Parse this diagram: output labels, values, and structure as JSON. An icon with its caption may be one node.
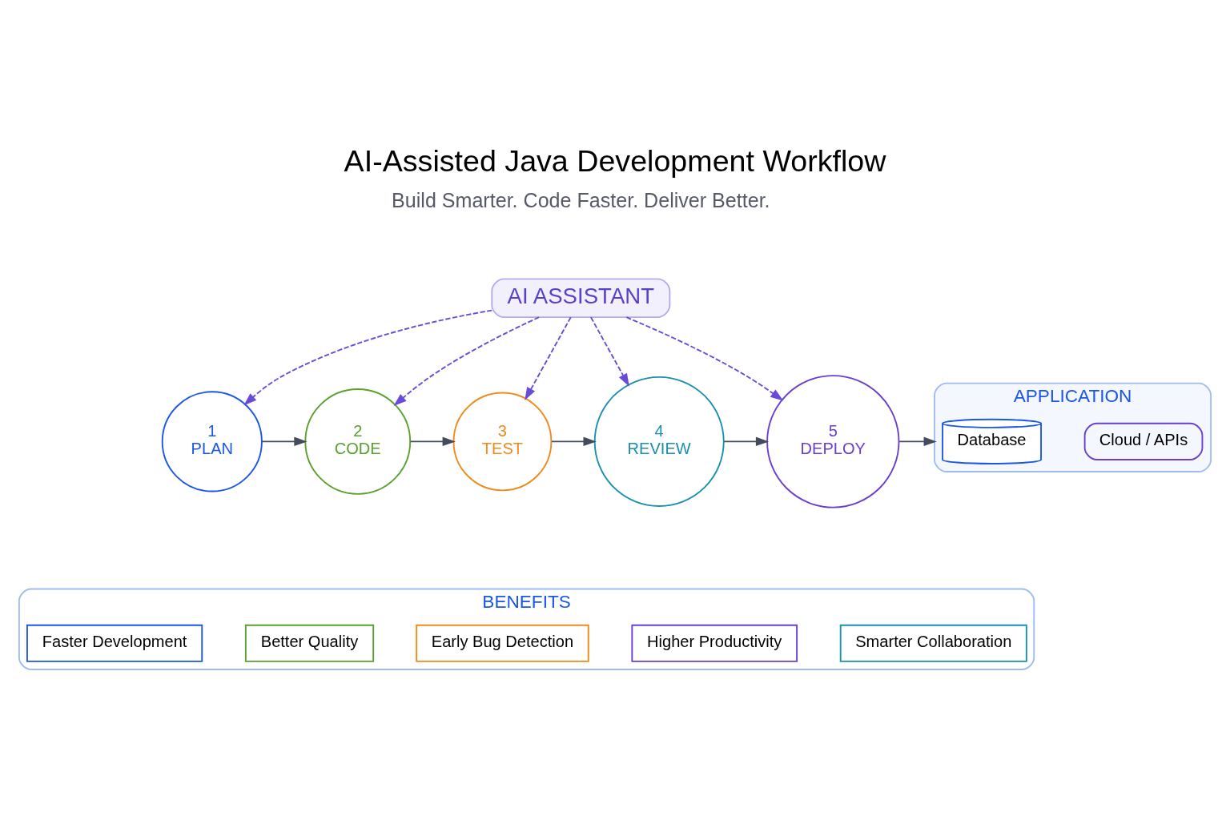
{
  "diagram": {
    "title": "AI-Assisted Java Development Workflow",
    "nodes": [
      {
        "text": [
          "AI ASSISTANT"
        ]
      },
      {
        "text": [
          "1",
          "PLAN"
        ]
      },
      {
        "text": [
          "2",
          "CODE"
        ]
      },
      {
        "text": [
          "3",
          "TEST"
        ]
      },
      {
        "text": [
          "4",
          "REVIEW"
        ]
      },
      {
        "text": [
          "5",
          "DEPLOY"
        ]
      },
      {
        "text": [
          "APPLICATION"
        ]
      },
      {
        "text": [
          "Database"
        ],
        "in": 6
      },
      {
        "text": [
          "Cloud / APIs"
        ],
        "in": 6
      },
      {
        "text": [
          "BENEFITS"
        ]
      },
      {
        "text": [
          "Faster Development"
        ],
        "in": 9
      },
      {
        "text": [
          "Better Quality"
        ],
        "in": 9
      },
      {
        "text": [
          "Early Bug Detection"
        ],
        "in": 9
      },
      {
        "text": [
          "Higher Productivity"
        ],
        "in": 9
      },
      {
        "text": [
          "Smarter Collaboration"
        ],
        "in": 9
      }
    ],
    "edges": [
      {
        "from": 0,
        "to": 1,
        "arrow": "to",
        "style": "dashed",
        "color": "#6a4bd8"
      },
      {
        "from": 0,
        "to": 2,
        "arrow": "to",
        "style": "dashed",
        "color": "#6a4bd8"
      },
      {
        "from": 0,
        "to": 3,
        "arrow": "to",
        "style": "dashed",
        "color": "#6a4bd8"
      },
      {
        "from": 0,
        "to": 4,
        "arrow": "to",
        "style": "dashed",
        "color": "#6a4bd8"
      },
      {
        "from": 0,
        "to": 5,
        "arrow": "to",
        "style": "dashed",
        "color": "#6a4bd8"
      },
      {
        "from": 1,
        "to": 2,
        "arrow": "to",
        "color": "#444c5c"
      },
      {
        "from": 2,
        "to": 3,
        "arrow": "to",
        "color": "#444c5c"
      },
      {
        "from": 3,
        "to": 4,
        "arrow": "to",
        "color": "#444c5c"
      },
      {
        "from": 4,
        "to": 5,
        "arrow": "to",
        "color": "#444c5c"
      },
      {
        "from": 5,
        "to": 6,
        "arrow": "to",
        "color": "#444c5c"
      }
    ],
    "labels": [
      "Build Smarter. Code Faster. Deliver Better."
    ]
  }
}
